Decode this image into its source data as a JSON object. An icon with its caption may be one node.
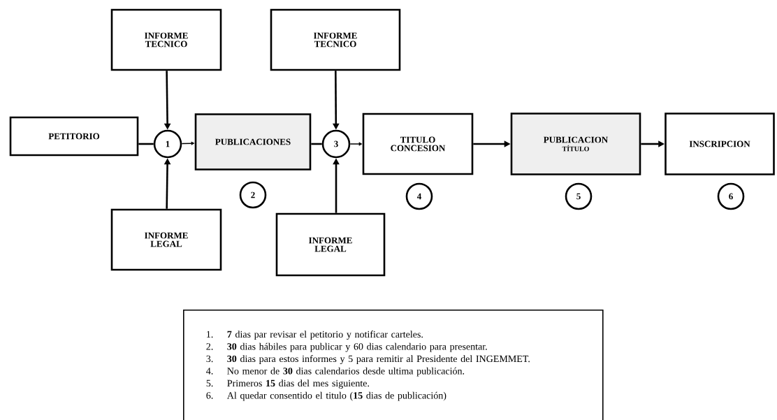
{
  "diagram": {
    "nodes": [
      {
        "text": [
          "PETITORIO"
        ]
      },
      {
        "text": [
          "1"
        ]
      },
      {
        "text": [
          "INFORME TECNICO"
        ]
      },
      {
        "text": [
          "INFORME LEGAL"
        ]
      },
      {
        "text": [
          "PUBLICACIONES"
        ]
      },
      {
        "text": [
          "3"
        ]
      },
      {
        "text": [
          "INFORME TECNICO"
        ]
      },
      {
        "text": [
          "INFORME LEGAL"
        ]
      },
      {
        "text": [
          "TITULO CONCESION"
        ]
      },
      {
        "text": [
          "PUBLICACION",
          "TÍTULO"
        ]
      },
      {
        "text": [
          "INSCRIPCION"
        ]
      },
      {
        "text": [
          "2"
        ]
      },
      {
        "text": [
          "4"
        ]
      },
      {
        "text": [
          "5"
        ]
      },
      {
        "text": [
          "6"
        ]
      },
      {
        "text": [
          "1.",
          "**7** dias par revisar el petitorio y notificar carteles.",
          "2.",
          "**30** dias hábiles para publicar y 60 dias calendario para presentar.",
          "3.",
          "**30** dias para estos informes y 5 para remitir al Presidente del INGEMMET.",
          "4.",
          "No menor de **30** dias calendarios desde ultima publicación.",
          "5.",
          "Primeros **15** dias del mes siguiente.",
          "6.",
          "Al quedar consentido el titulo (**15** dias de publicación)"
        ]
      }
    ],
    "edges": [
      {
        "from": 0,
        "to": 1,
        "arrow": "none"
      },
      {
        "from": 2,
        "to": 1,
        "arrow": "to"
      },
      {
        "from": 3,
        "to": 1,
        "arrow": "to"
      },
      {
        "from": 1,
        "to": 4,
        "arrow": "to"
      },
      {
        "from": 4,
        "to": 5,
        "arrow": "none"
      },
      {
        "from": 6,
        "to": 5,
        "arrow": "to"
      },
      {
        "from": 7,
        "to": 5,
        "arrow": "to"
      },
      {
        "from": 5,
        "to": 8,
        "arrow": "to"
      },
      {
        "from": 8,
        "to": 9,
        "arrow": "to"
      },
      {
        "from": 9,
        "to": 10,
        "arrow": "to"
      }
    ]
  }
}
